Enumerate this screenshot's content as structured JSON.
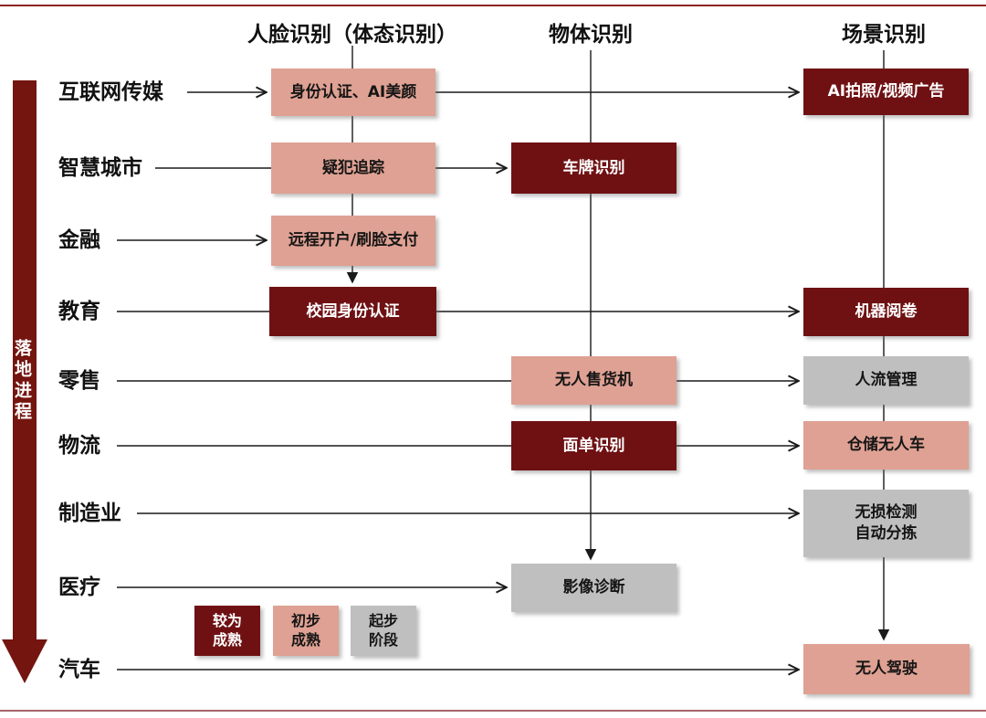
{
  "columns": [
    {
      "label": "人脸识别（体态识别）"
    },
    {
      "label": "物体识别"
    },
    {
      "label": "场景识别"
    }
  ],
  "left_axis": {
    "label": "落地进程"
  },
  "rows": [
    "互联网传媒",
    "智慧城市",
    "金融",
    "教育",
    "零售",
    "物流",
    "制造业",
    "医疗",
    "汽车"
  ],
  "nodes": [
    {
      "label": "身份认证、AI美颜",
      "maturity": "初步成熟"
    },
    {
      "label": "AI拍照/视频广告",
      "maturity": "较为成熟"
    },
    {
      "label": "疑犯追踪",
      "maturity": "初步成熟"
    },
    {
      "label": "车牌识别",
      "maturity": "较为成熟"
    },
    {
      "label": "远程开户/刷脸支付",
      "maturity": "初步成熟"
    },
    {
      "label": "校园身份认证",
      "maturity": "较为成熟"
    },
    {
      "label": "机器阅卷",
      "maturity": "较为成熟"
    },
    {
      "label": "无人售货机",
      "maturity": "初步成熟"
    },
    {
      "label": "人流管理",
      "maturity": "起步阶段"
    },
    {
      "label": "面单识别",
      "maturity": "较为成熟"
    },
    {
      "label": "仓储无人车",
      "maturity": "初步成熟"
    },
    {
      "label": "无损检测\n自动分拣",
      "maturity": "起步阶段"
    },
    {
      "label": "影像诊断",
      "maturity": "起步阶段"
    },
    {
      "label": "无人驾驶",
      "maturity": "初步成熟"
    }
  ],
  "legend": [
    {
      "label": "较为\n成熟",
      "level": "较为成熟",
      "color": "#6F1113"
    },
    {
      "label": "初步\n成熟",
      "level": "初步成熟",
      "color": "#DFA193"
    },
    {
      "label": "起步\n阶段",
      "level": "起步阶段",
      "color": "#BFBFBF"
    }
  ],
  "colors": {
    "mature": "#6F1113",
    "early_mature": "#DFA193",
    "starting": "#BFBFBF",
    "axis_arrow": "#74150F",
    "connector": "#1a1a1a",
    "top_rule": "#8C2424",
    "bottom_rule": "#A56668"
  }
}
